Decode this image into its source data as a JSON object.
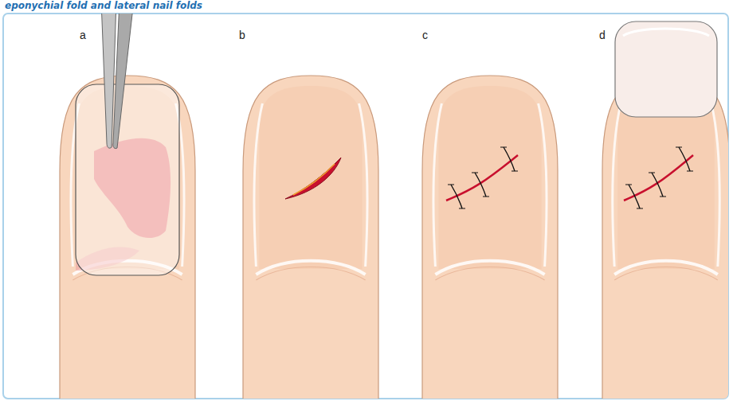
{
  "diagram": {
    "title": "eponychial fold and lateral nail folds",
    "labels": [
      "a",
      "b",
      "c",
      "d"
    ]
  }
}
